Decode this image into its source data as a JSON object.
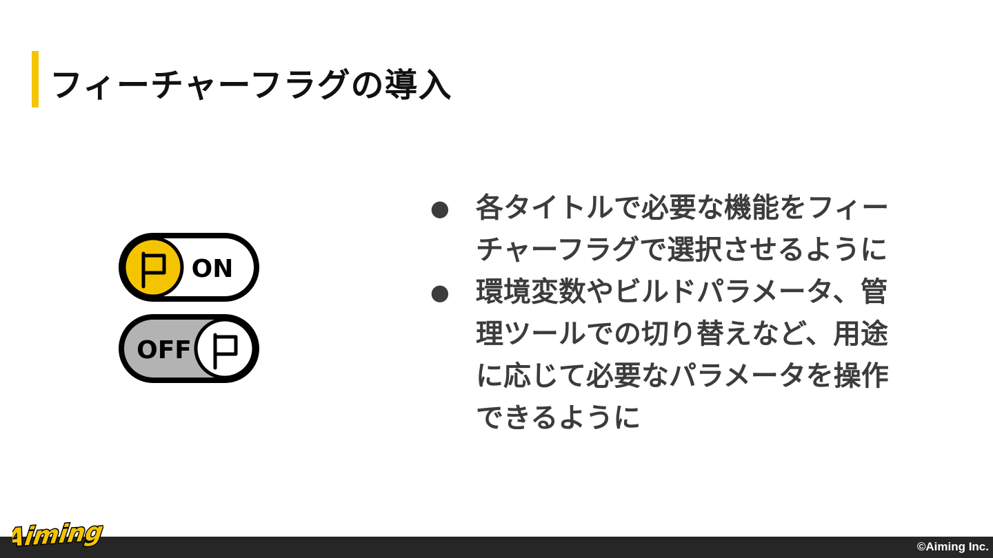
{
  "slide": {
    "title": "フィーチャーフラグの導入",
    "accent_color": "#f5c400",
    "text_color": "#3c3c3c"
  },
  "toggles": [
    {
      "state": "on",
      "label": "ON",
      "icon": "flag-icon",
      "fill_color": "#ffffff",
      "knob_color": "#f5c400"
    },
    {
      "state": "off",
      "label": "OFF",
      "icon": "flag-icon",
      "fill_color": "#b3b3b3",
      "knob_color": "#ffffff"
    }
  ],
  "bullets": [
    {
      "marker": "●",
      "lines": [
        "各タイトルで必要な機能をフィー",
        "チャーフラグで選択させるように"
      ]
    },
    {
      "marker": "●",
      "lines": [
        "環境変数やビルドパラメータ、管",
        "理ツールでの切り替えなど、用途",
        "に応じて必要なパラメータを操作",
        "できるように"
      ]
    }
  ],
  "footer": {
    "logo_text": "Aiming",
    "logo_color": "#f5c400",
    "copyright": "©Aiming Inc.",
    "bar_color": "#262626"
  }
}
